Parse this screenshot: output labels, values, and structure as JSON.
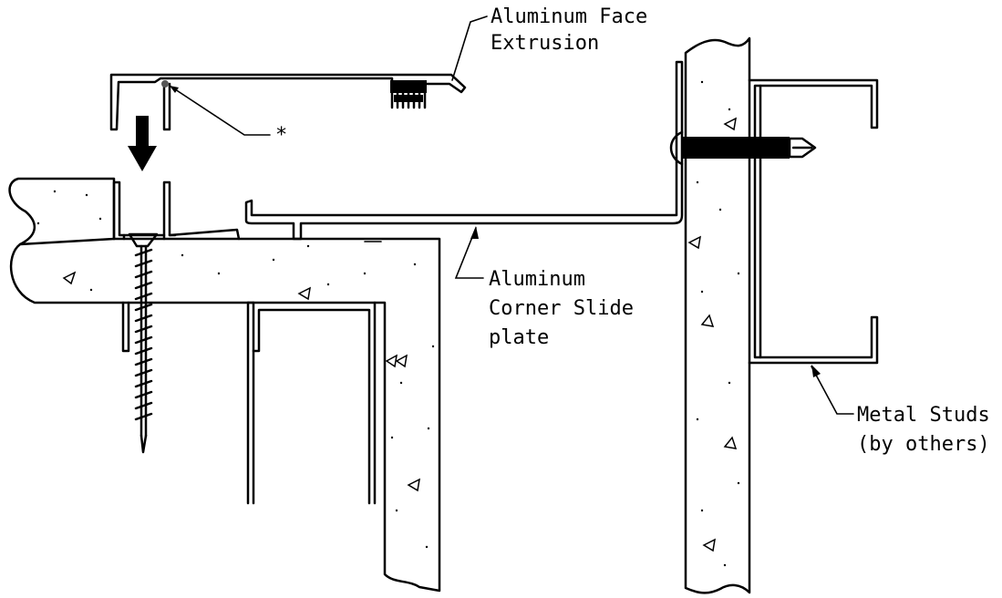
{
  "labels": {
    "face_extrusion_line1": "Aluminum Face",
    "face_extrusion_line2": "Extrusion",
    "asterisk": "*",
    "slide_plate_line1": "Aluminum",
    "slide_plate_line2": "Corner Slide",
    "slide_plate_line3": "plate",
    "studs_line1": "Metal Studs",
    "studs_line2": "(by others)"
  },
  "colors": {
    "ink": "#000000",
    "background": "#ffffff"
  }
}
